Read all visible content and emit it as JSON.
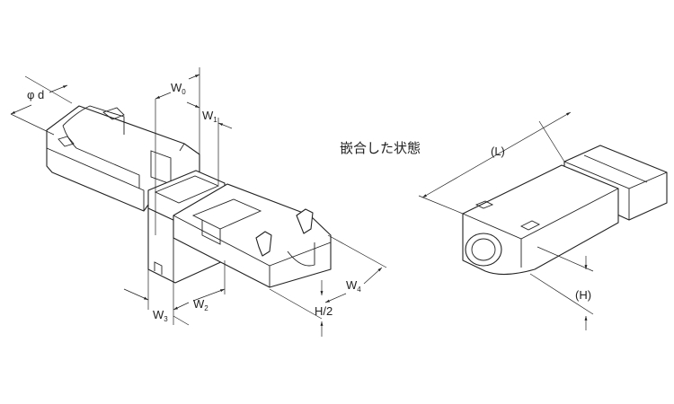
{
  "title": "嵌合した状態",
  "labels": {
    "phi_d": "φ d",
    "w0": {
      "main": "W",
      "sub": "0"
    },
    "w1": {
      "main": "W",
      "sub": "1"
    },
    "w2": {
      "main": "W",
      "sub": "2"
    },
    "w3": {
      "main": "W",
      "sub": "3"
    },
    "w4": {
      "main": "W",
      "sub": "4"
    },
    "h_half": "H/2",
    "length": "(L)",
    "height": "(H)"
  }
}
